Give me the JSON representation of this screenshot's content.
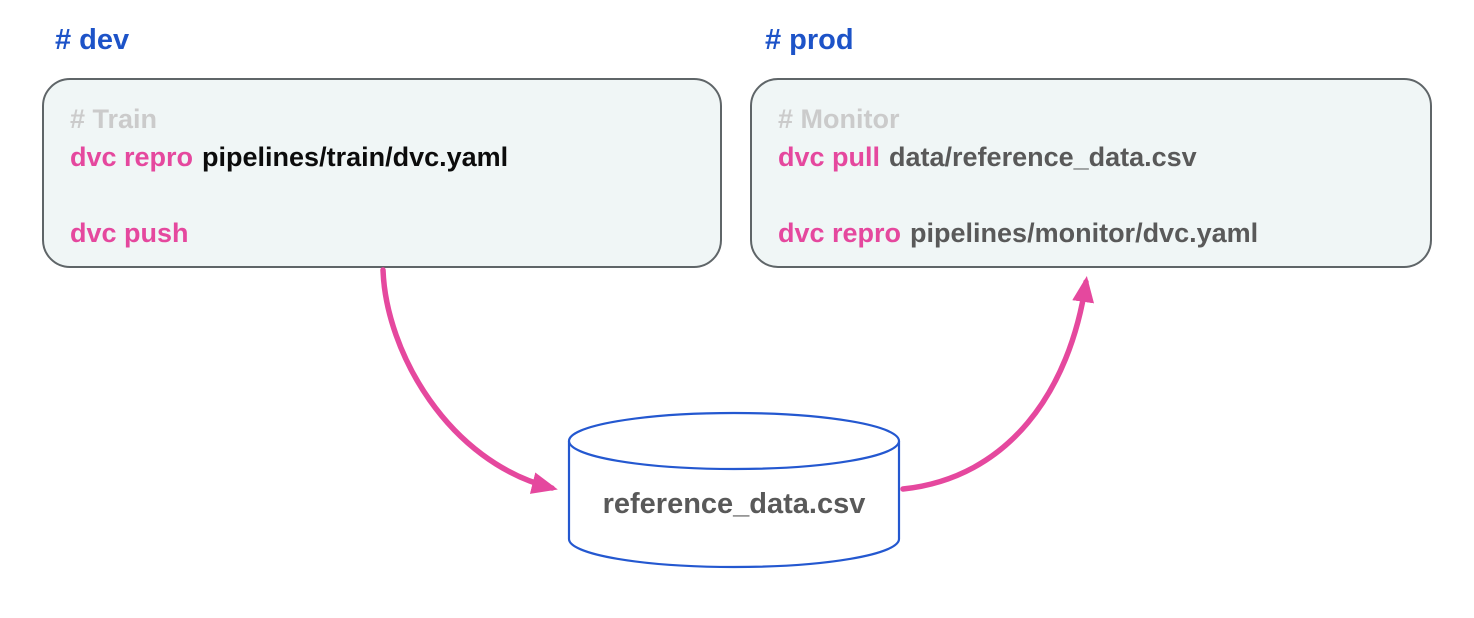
{
  "colors": {
    "blue": "#1d53c8",
    "pink": "#e5489e",
    "comment_gray": "#cbcbcb",
    "dark_gray": "#595959",
    "code_black": "#0c0c0c",
    "box_bg": "#f0f6f6",
    "box_border": "#5f6568",
    "cylinder_stroke": "#2458d0"
  },
  "dev": {
    "label": "# dev",
    "comment": "# Train",
    "line1": {
      "cmd": "dvc repro",
      "arg": "pipelines/train/dvc.yaml"
    },
    "line2": {
      "cmd": "dvc push",
      "arg": ""
    }
  },
  "prod": {
    "label": "# prod",
    "comment": "# Monitor",
    "line1": {
      "cmd": "dvc pull",
      "arg": "data/reference_data.csv"
    },
    "line2": {
      "cmd": "dvc repro",
      "arg": "pipelines/monitor/dvc.yaml"
    }
  },
  "database": {
    "label": "reference_data.csv"
  }
}
